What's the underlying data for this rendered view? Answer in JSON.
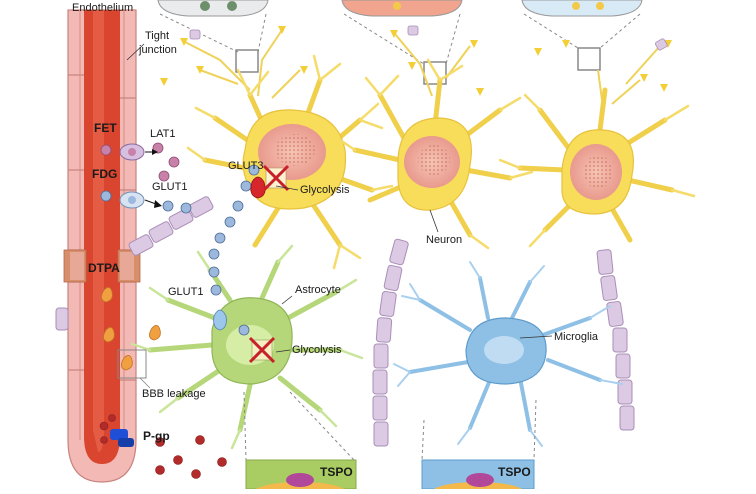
{
  "labels": {
    "endothelium": "Endothelium",
    "tight_junction_line1": "Tight",
    "tight_junction_line2": "junction",
    "fet": "FET",
    "lat1": "LAT1",
    "fdg": "FDG",
    "glut1_top": "GLUT1",
    "glut3": "GLUT3",
    "glycolysis_neuron": "Glycolysis",
    "dtpa": "DTPA",
    "glut1_astro": "GLUT1",
    "astrocyte": "Astrocyte",
    "glycolysis_astro": "Glycolysis",
    "bbb_leakage": "BBB leakage",
    "pgp": "P-gp",
    "neuron": "Neuron",
    "microglia": "Microglia",
    "tspo_left": "TSPO",
    "tspo_right": "TSPO"
  },
  "colors": {
    "vessel_wall": "#f2b9b5",
    "vessel_lumen": "#d9452f",
    "neuron_yellow": "#f7dd5a",
    "nucleus_pink": "#ee9c8b",
    "astrocyte_green": "#b5d77a",
    "microglia_blue": "#8ec0e6",
    "axon_purple": "#dcc9e3",
    "fet_dot": "#c882aa",
    "fdg_dot": "#9cb8dc",
    "dtpa_drop": "#f0a040",
    "pgp_blue": "#1f4fd6",
    "red_cross": "#c8202a",
    "rbc_red": "#b22b2b",
    "tspo_purple": "#b2489a"
  }
}
